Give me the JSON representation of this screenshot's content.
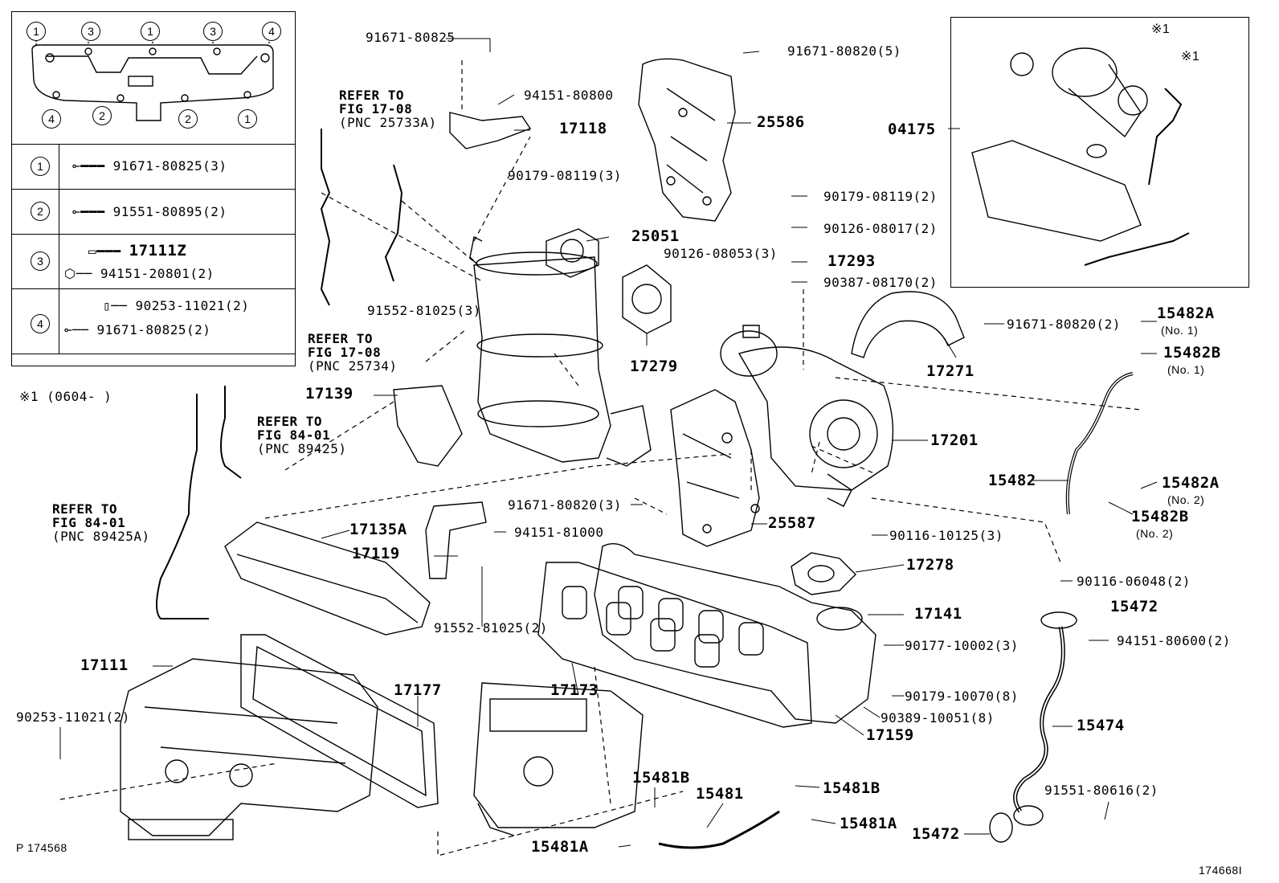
{
  "legend": {
    "top_markers": [
      "1",
      "3",
      "1",
      "3",
      "4"
    ],
    "bottom_markers": [
      "4",
      "2",
      "2",
      "1"
    ],
    "rows": [
      {
        "num": "1",
        "part": "91671-80825(3)"
      },
      {
        "num": "2",
        "part": "91551-80895(2)"
      },
      {
        "num": "3",
        "part_a": "17111Z",
        "part_b": "94151-20801(2)"
      },
      {
        "num": "4",
        "part_a": "90253-11021(2)",
        "part_b": "91671-80825(2)"
      }
    ]
  },
  "note_period": "※1 (0604-    )",
  "refer": {
    "r1": [
      "REFER TO",
      "FIG 17-08",
      "(PNC 25733A)"
    ],
    "r2": [
      "REFER TO",
      "FIG 17-08",
      "(PNC 25734)"
    ],
    "r3": [
      "REFER TO",
      "FIG 84-01",
      "(PNC 89425)"
    ],
    "r4": [
      "REFER TO",
      "FIG 84-01",
      "(PNC 89425A)"
    ]
  },
  "labels": {
    "l91671_80825": "91671-80825",
    "l94151_80800": "94151-80800",
    "l17118": "17118",
    "l90179_08119_3": "90179-08119(3)",
    "l25051": "25051",
    "l91552_81025_3": "91552-81025(3)",
    "l17139": "17139",
    "l91671_80820_5": "91671-80820(5)",
    "l25586": "25586",
    "l90179_08119_2": "90179-08119(2)",
    "l90126_08017_2": "90126-08017(2)",
    "l90126_08053_3": "90126-08053(3)",
    "l17293": "17293",
    "l90387_08170_2": "90387-08170(2)",
    "l17279": "17279",
    "l04175": "04175",
    "l_x1a": "※1",
    "l_x1b": "※1",
    "l17271": "17271",
    "l91671_80820_2": "91671-80820(2)",
    "l15482A_1": "15482A",
    "l15482A_1n": "(No. 1)",
    "l15482B_1": "15482B",
    "l15482B_1n": "(No. 1)",
    "l17201": "17201",
    "l15482": "15482",
    "l15482A_2": "15482A",
    "l15482A_2n": "(No. 2)",
    "l15482B_2": "15482B",
    "l15482B_2n": "(No. 2)",
    "l91671_80820_3": "91671-80820(3)",
    "l25587": "25587",
    "l17135A": "17135A",
    "l94151_81000": "94151-81000",
    "l17119": "17119",
    "l90116_10125_3": "90116-10125(3)",
    "l17278": "17278",
    "l91552_81025_2": "91552-81025(2)",
    "l90116_06048_2": "90116-06048(2)",
    "l15472a": "15472",
    "l17141": "17141",
    "l90177_10002_3": "90177-10002(3)",
    "l94151_80600_2": "94151-80600(2)",
    "l17111": "17111",
    "l17177": "17177",
    "l17173": "17173",
    "l90179_10070_8": "90179-10070(8)",
    "l90389_10051_8": "90389-10051(8)",
    "l17159": "17159",
    "l15474": "15474",
    "l90253_11021_2": "90253-11021(2)",
    "l15481B_a": "15481B",
    "l15481": "15481",
    "l15481B_b": "15481B",
    "l15481A_a": "15481A",
    "l15481A_b": "15481A",
    "l91551_80616_2": "91551-80616(2)",
    "l15472b": "15472",
    "p_code": "P 174568",
    "fig_code": "174668I"
  }
}
